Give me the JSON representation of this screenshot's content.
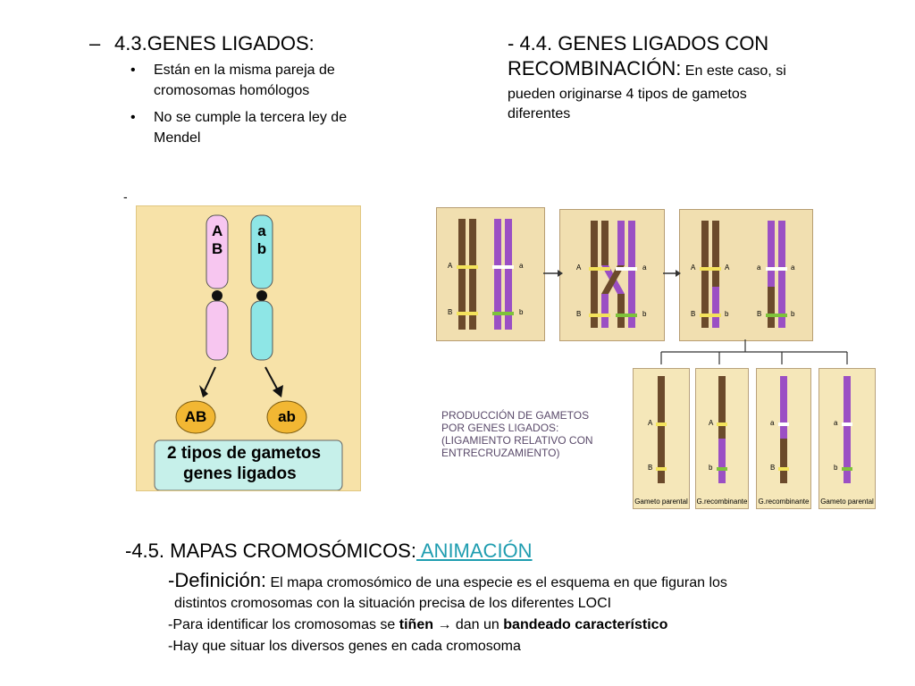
{
  "left_heading": {
    "bullet": "–",
    "title": "4.3.GENES LIGADOS:",
    "items": [
      {
        "bullet": "•",
        "line1": "Están en la misma pareja de",
        "line2": "cromosomas homólogos"
      },
      {
        "bullet": "•",
        "line1": "No se cumple la tercera ley de",
        "line2": "Mendel"
      }
    ]
  },
  "right_heading": {
    "line1": "- 4.4. GENES LIGADOS CON",
    "line2_big": "RECOMBINACIÓN:",
    "line2_small": " En este caso, si",
    "line3": "pueden originarse 4 tipos de gametos",
    "line4": "diferentes"
  },
  "left_figure": {
    "dash": "-",
    "chrom1_top": "A",
    "chrom1_bottom": "B",
    "chrom2_top": "a",
    "chrom2_bottom": "b",
    "gamete1": "AB",
    "gamete2": "ab",
    "caption_line1": "2 tipos de gametos",
    "caption_line2": "genes ligados",
    "colors": {
      "pink": "#f7c6f0",
      "cyan": "#8ee6e6",
      "orange": "#f2b733",
      "teal_box": "#c6f0ea"
    }
  },
  "right_figure": {
    "stages": [
      {
        "left_top": "A",
        "left_bottom": "B",
        "right_top": "a",
        "right_bottom": "b"
      },
      {
        "left_top": "A",
        "left_bottom": "B",
        "right_top": "a",
        "right_bottom": "b"
      },
      {
        "left_top": "A",
        "left_bottom": "B",
        "mid_top": "A",
        "mid_bottom": "b",
        "right_top": "a",
        "right_top2": "a",
        "right_bottom": "B",
        "right_bottom2": "b"
      }
    ],
    "caption": [
      "PRODUCCIÓN DE GAMETOS",
      "POR GENES LIGADOS:",
      "(LIGAMIENTO RELATIVO CON",
      "ENTRECRUZAMIENTO)"
    ],
    "gametes": [
      {
        "top": "A",
        "bottom": "B",
        "label": "Gameto parental"
      },
      {
        "top": "A",
        "bottom": "b",
        "label": "G.recombinante"
      },
      {
        "top": "a",
        "bottom": "B",
        "label": "G.recombinante"
      },
      {
        "top": "a",
        "bottom": "b",
        "label": "Gameto parental"
      }
    ],
    "colors": {
      "brown": "#6b4a2b",
      "purple": "#9b4fc4",
      "yellow": "#f3e35c",
      "green": "#7ec23b",
      "white": "#ffffff"
    }
  },
  "section45": {
    "title": "-4.5. MAPAS CROMOSÓMICOS:",
    "link": " ANIMACIÓN",
    "def_big": "-Definición:",
    "def_small": " El mapa cromosómico de una especie es el esquema en que figuran los",
    "def_line2": "distintos cromosomas con la situación precisa de los diferentes LOCI",
    "line3_pre": "-Para identificar los cromosomas se ",
    "line3_bold1": "tiñen",
    "line3_arrow": "→",
    "line3_mid": " dan un ",
    "line3_bold2": "bandeado característico",
    "line4": "-Hay que situar los diversos genes en cada cromosoma"
  }
}
